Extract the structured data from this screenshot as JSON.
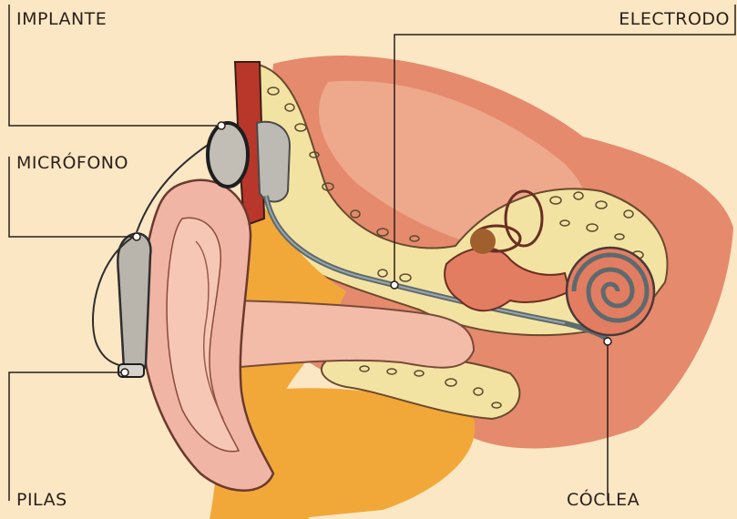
{
  "labels": {
    "implant": "IMPLANTE",
    "microphone": "MICRÓFONO",
    "batteries": "PILAS",
    "electrode": "ELECTRODO",
    "cochlea": "CÓCLEA"
  },
  "colors": {
    "background": "#fbe7c4",
    "skin": "#f0b5a4",
    "inner_tissue": "#e27d62",
    "bone": "#f3e3a2",
    "fat": "#f2a838",
    "device": "#b9b5ad",
    "leader_line": "#2a1f1a"
  }
}
